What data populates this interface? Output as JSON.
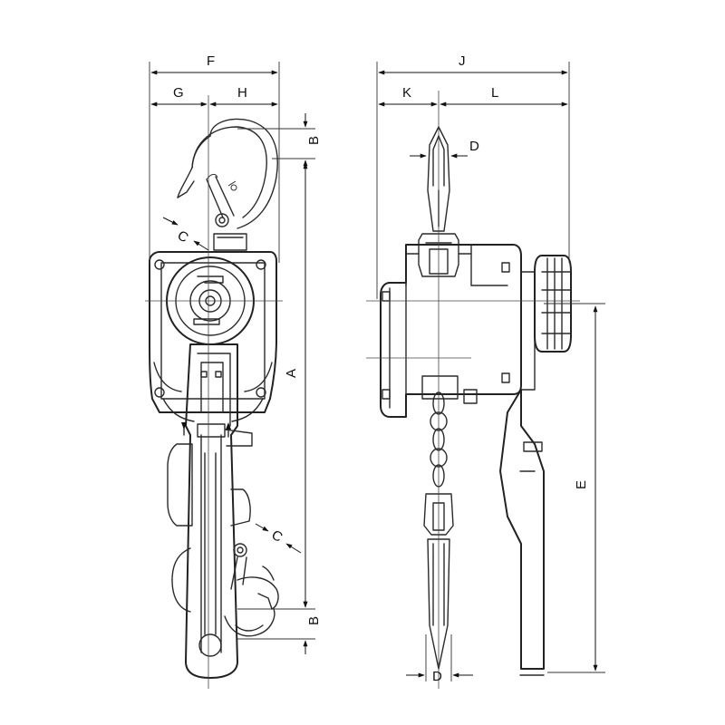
{
  "dimension_labels": {
    "a": "A",
    "b_top": "B",
    "b_bottom": "B",
    "c_top": "C",
    "c_bottom": "C",
    "d_top": "D",
    "d_bottom": "D",
    "e": "E",
    "f": "F",
    "g": "G",
    "h": "H",
    "j": "J",
    "k": "K",
    "l": "L"
  },
  "colors": {
    "line": "#2a2a2a",
    "background": "#ffffff"
  }
}
